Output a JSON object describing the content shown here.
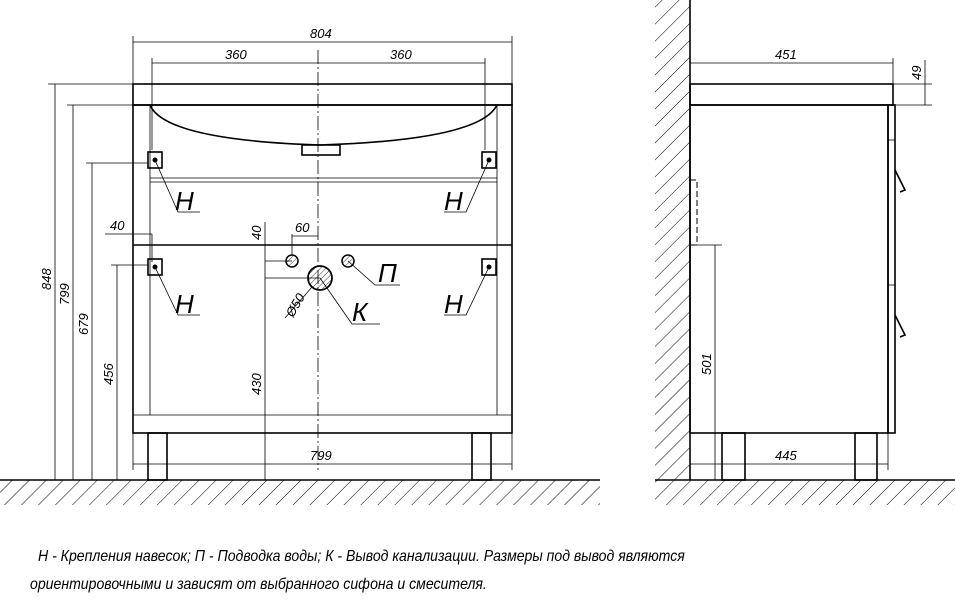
{
  "front_view": {
    "dims": {
      "total_width": "804",
      "half_left": "360",
      "half_right": "360",
      "total_height": "848",
      "body_height": "799",
      "upper_mount_height": "679",
      "lower_mount_height": "456",
      "mount_offset": "40",
      "pipe_vertical_offset": "40",
      "pipe_spacing": "60",
      "drain_diameter": "Ø50",
      "drain_height": "430",
      "bottom_width": "799"
    },
    "labels": {
      "mount": "Н",
      "water": "П",
      "drain": "К"
    }
  },
  "side_view": {
    "dims": {
      "top_depth": "451",
      "top_thickness": "49",
      "panel_height": "501",
      "body_depth": "445"
    }
  },
  "notes": {
    "line1": "Н - Крепления навесок; П - Подводка воды; К - Вывод канализации. Размеры под вывод являются",
    "line2": "ориентировочными и зависят от выбранного сифона и смесителя."
  }
}
